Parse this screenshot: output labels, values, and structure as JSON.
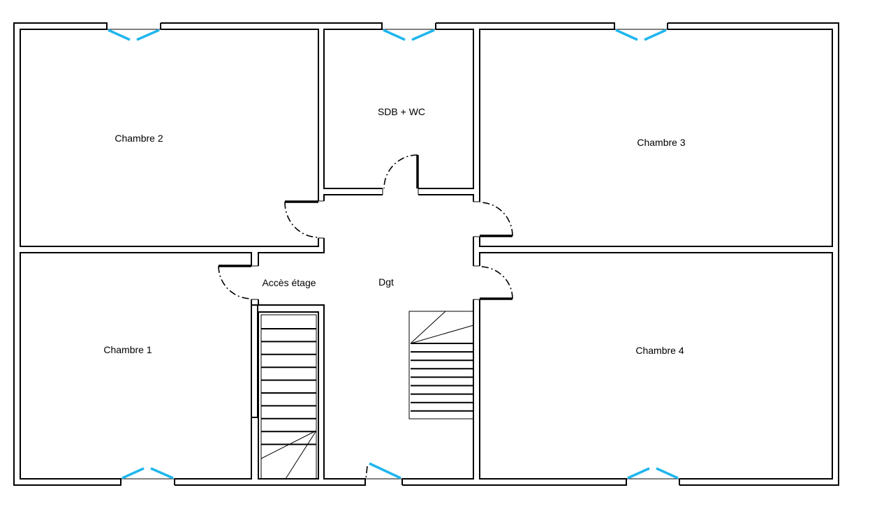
{
  "plan": {
    "rooms": [
      {
        "id": "chambre-2",
        "label": "Chambre 2"
      },
      {
        "id": "sdb-wc",
        "label": "SDB + WC"
      },
      {
        "id": "chambre-3",
        "label": "Chambre 3"
      },
      {
        "id": "acces-etage",
        "label": "Accès étage"
      },
      {
        "id": "dgt",
        "label": "Dgt"
      },
      {
        "id": "chambre-1",
        "label": "Chambre 1"
      },
      {
        "id": "chambre-4",
        "label": "Chambre 4"
      }
    ],
    "colors": {
      "walls": "#000000",
      "windows": "#1fb6ee"
    }
  }
}
